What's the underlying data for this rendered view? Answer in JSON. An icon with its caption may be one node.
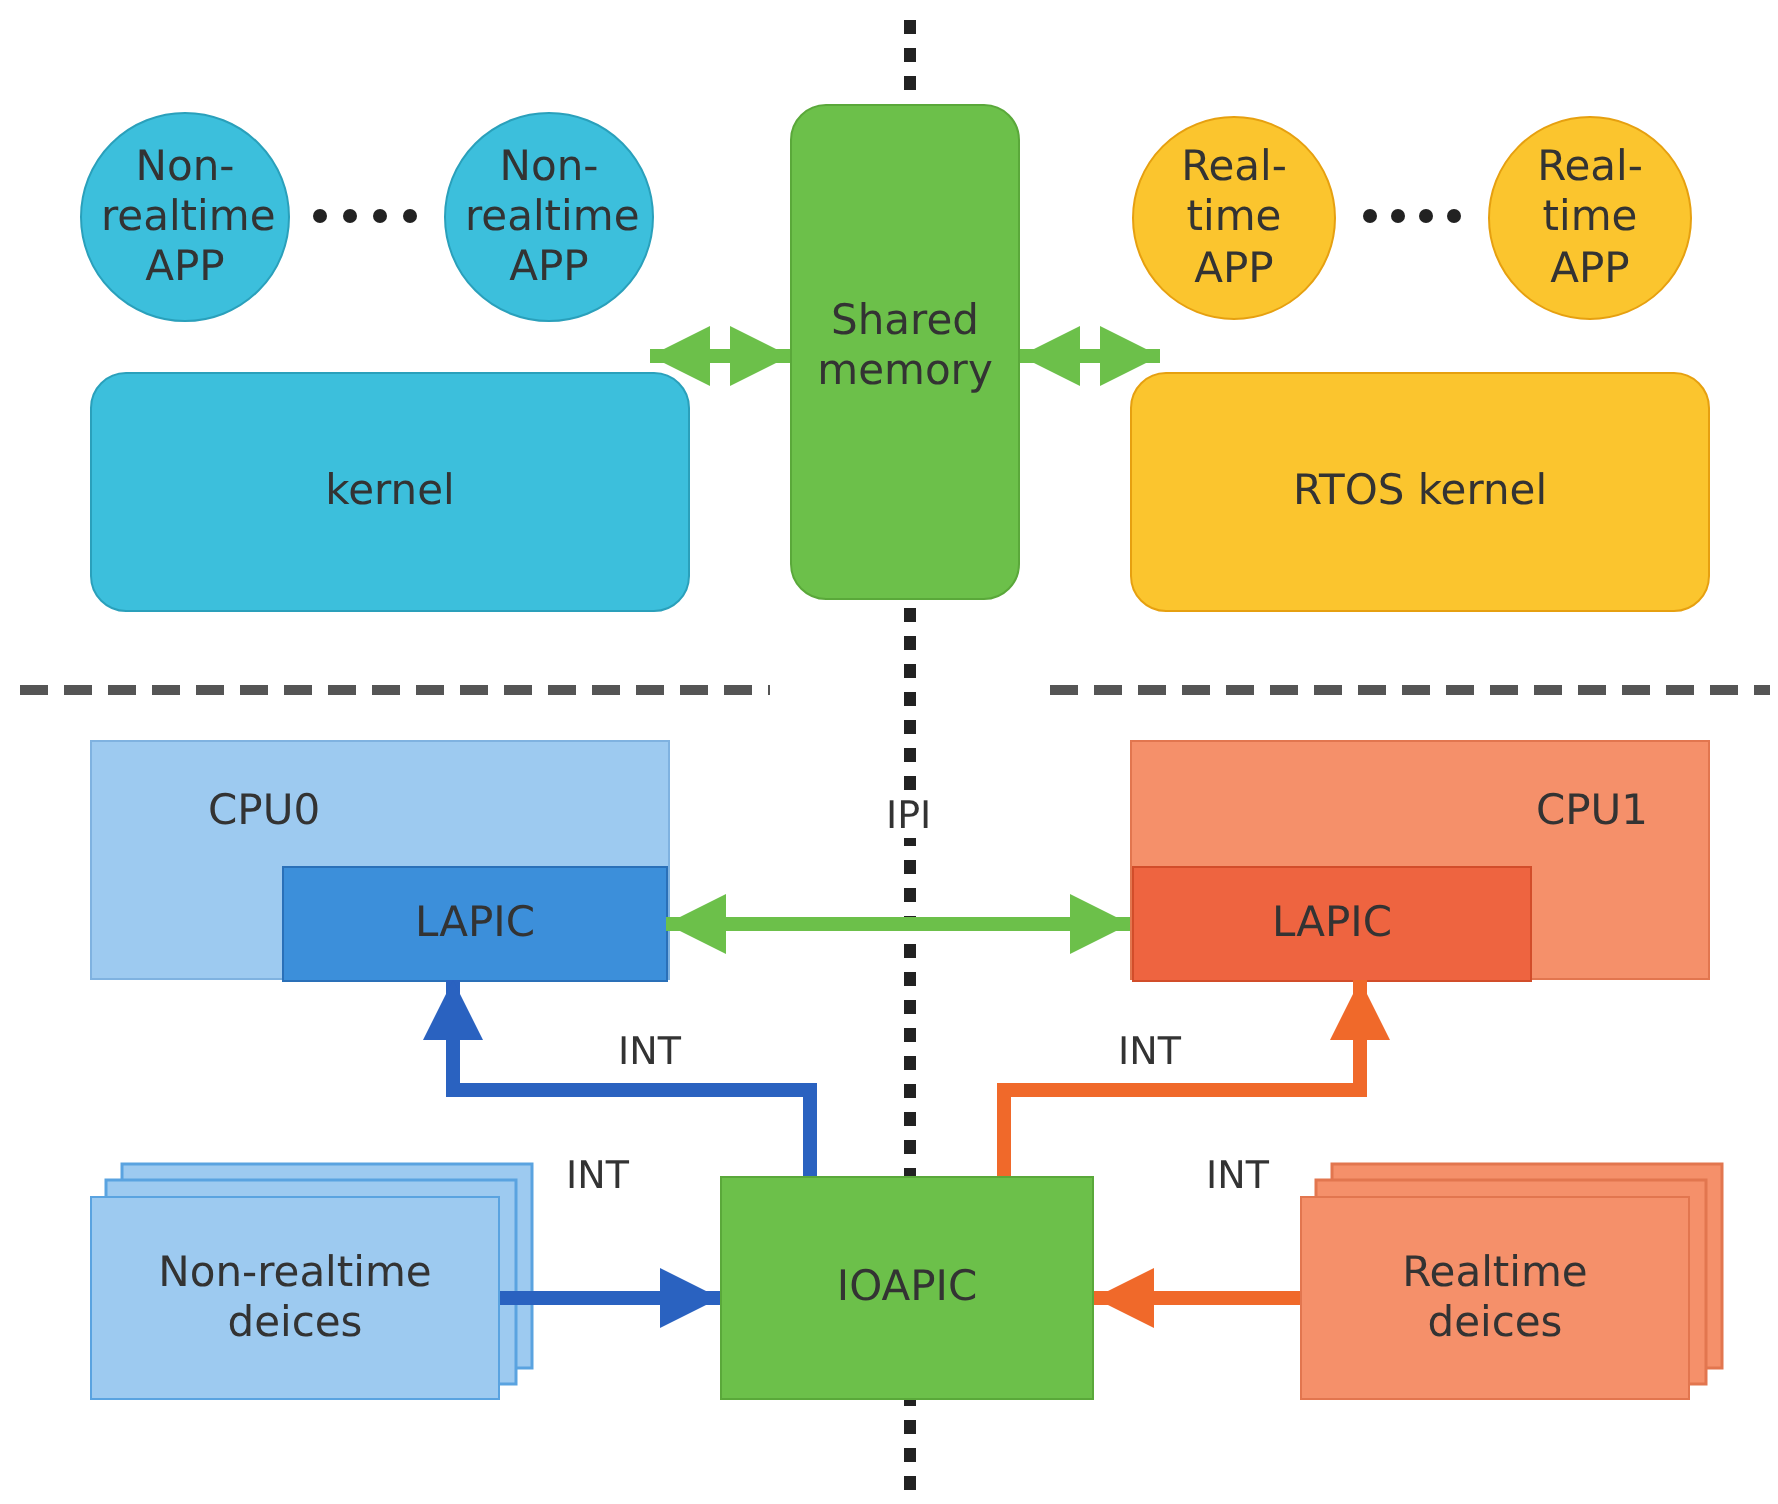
{
  "diagram": {
    "nodes": [
      {
        "text": [
          "Non- realtime APP"
        ]
      },
      {
        "text": [
          "Non- realtime APP"
        ]
      },
      {
        "text": [
          "Real- time APP"
        ]
      },
      {
        "text": [
          "Real- time APP"
        ]
      },
      {
        "text": [
          "kernel"
        ]
      },
      {
        "text": [
          "Shared memory"
        ]
      },
      {
        "text": [
          "RTOS kernel"
        ]
      },
      {
        "text": [
          "CPU0"
        ]
      },
      {
        "text": [
          "LAPIC"
        ],
        "in": 7
      },
      {
        "text": [
          "CPU1"
        ]
      },
      {
        "text": [
          "LAPIC"
        ],
        "in": 9
      },
      {
        "text": [
          "Non-realtime deices"
        ]
      },
      {
        "text": [
          "IOAPIC"
        ]
      },
      {
        "text": [
          "Realtime deices"
        ]
      }
    ],
    "edges": [
      {
        "from": 4,
        "to": 5,
        "arrow": "both",
        "color": "#6cc04a"
      },
      {
        "from": 5,
        "to": 6,
        "arrow": "both",
        "color": "#6cc04a"
      },
      {
        "from": 8,
        "to": 10,
        "arrow": "both",
        "label": "IPI",
        "color": "#6cc04a"
      },
      {
        "from": 12,
        "to": 8,
        "arrow": "to",
        "label": "INT",
        "color": "#2a62c0"
      },
      {
        "from": 12,
        "to": 10,
        "arrow": "to",
        "label": "INT",
        "color": "#f0692a"
      },
      {
        "from": 11,
        "to": 12,
        "arrow": "to",
        "label": "INT",
        "color": "#2a62c0"
      },
      {
        "from": 13,
        "to": 12,
        "arrow": "to",
        "label": "INT",
        "color": "#f0692a"
      }
    ]
  }
}
